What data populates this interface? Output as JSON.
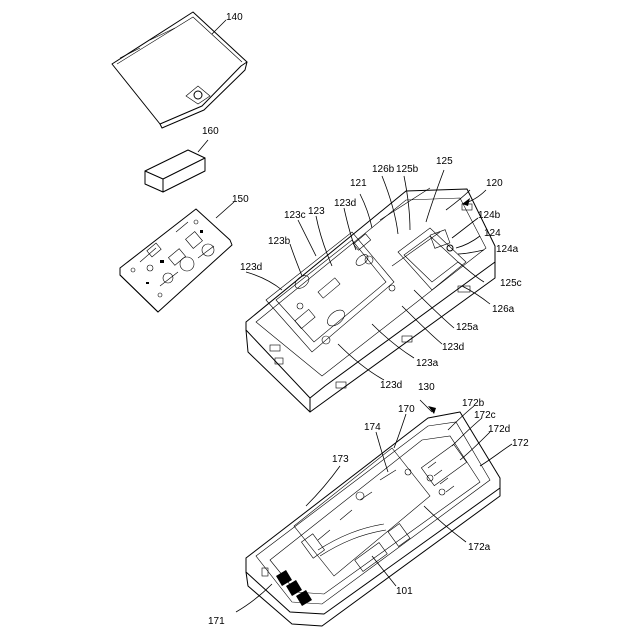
{
  "labels": {
    "l140": "140",
    "l160": "160",
    "l150": "150",
    "l120": "120",
    "l121": "121",
    "l126b": "126b",
    "l125b": "125b",
    "l125": "125",
    "l123c": "123c",
    "l123": "123",
    "l123d_top": "123d",
    "l124b": "124b",
    "l124": "124",
    "l124a": "124a",
    "l123b": "123b",
    "l125c": "125c",
    "l123d_left": "123d",
    "l126a": "126a",
    "l125a": "125a",
    "l123d_right": "123d",
    "l123a": "123a",
    "l123d_bottom": "123d",
    "l130": "130",
    "l172b": "172b",
    "l170": "170",
    "l172c": "172c",
    "l174": "174",
    "l172d": "172d",
    "l173": "173",
    "l172": "172",
    "l172a": "172a",
    "l101": "101",
    "l171": "171"
  },
  "colors": {
    "line": "#000000",
    "background": "#ffffff"
  }
}
